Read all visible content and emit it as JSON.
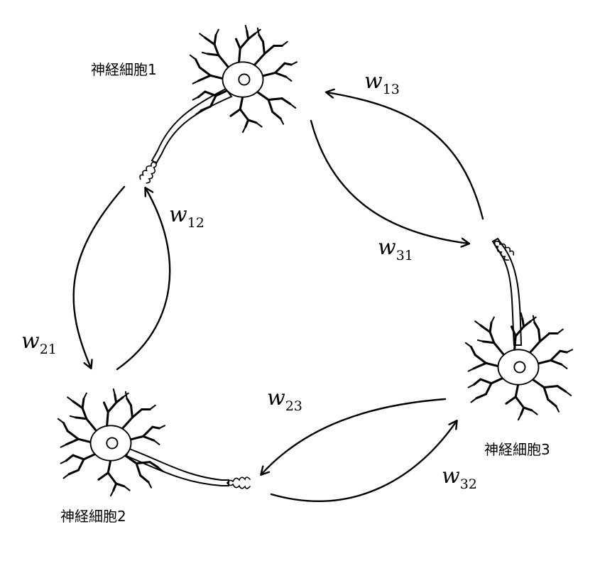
{
  "neurons": [
    {
      "id": 1,
      "label": "神経細胞1"
    },
    {
      "id": 2,
      "label": "神経細胞2"
    },
    {
      "id": 3,
      "label": "神経細胞3"
    }
  ],
  "weights": {
    "w13": {
      "base": "w",
      "sub": "13"
    },
    "w31": {
      "base": "w",
      "sub": "31"
    },
    "w12": {
      "base": "w",
      "sub": "12"
    },
    "w21": {
      "base": "w",
      "sub": "21"
    },
    "w23": {
      "base": "w",
      "sub": "23"
    },
    "w32": {
      "base": "w",
      "sub": "32"
    }
  }
}
